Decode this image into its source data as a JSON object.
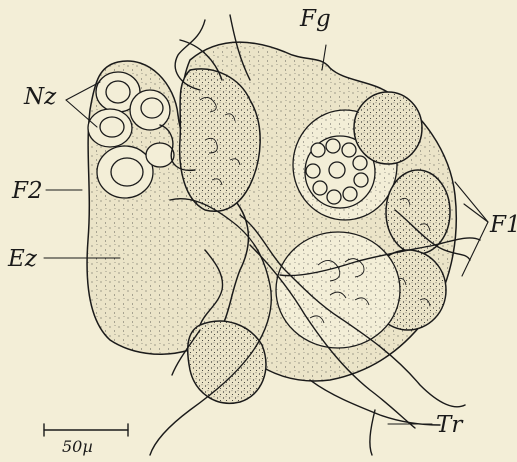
{
  "labels": {
    "nz": "Nz",
    "f2": "F2",
    "ez": "Ez",
    "fg": "Fg",
    "f1": "F1",
    "tr": "Tr"
  },
  "scale_bar": {
    "label": "50µ"
  },
  "colors": {
    "background": "#f3eed7",
    "ink": "#1a1a1a",
    "fill": "#ebe4c8"
  }
}
